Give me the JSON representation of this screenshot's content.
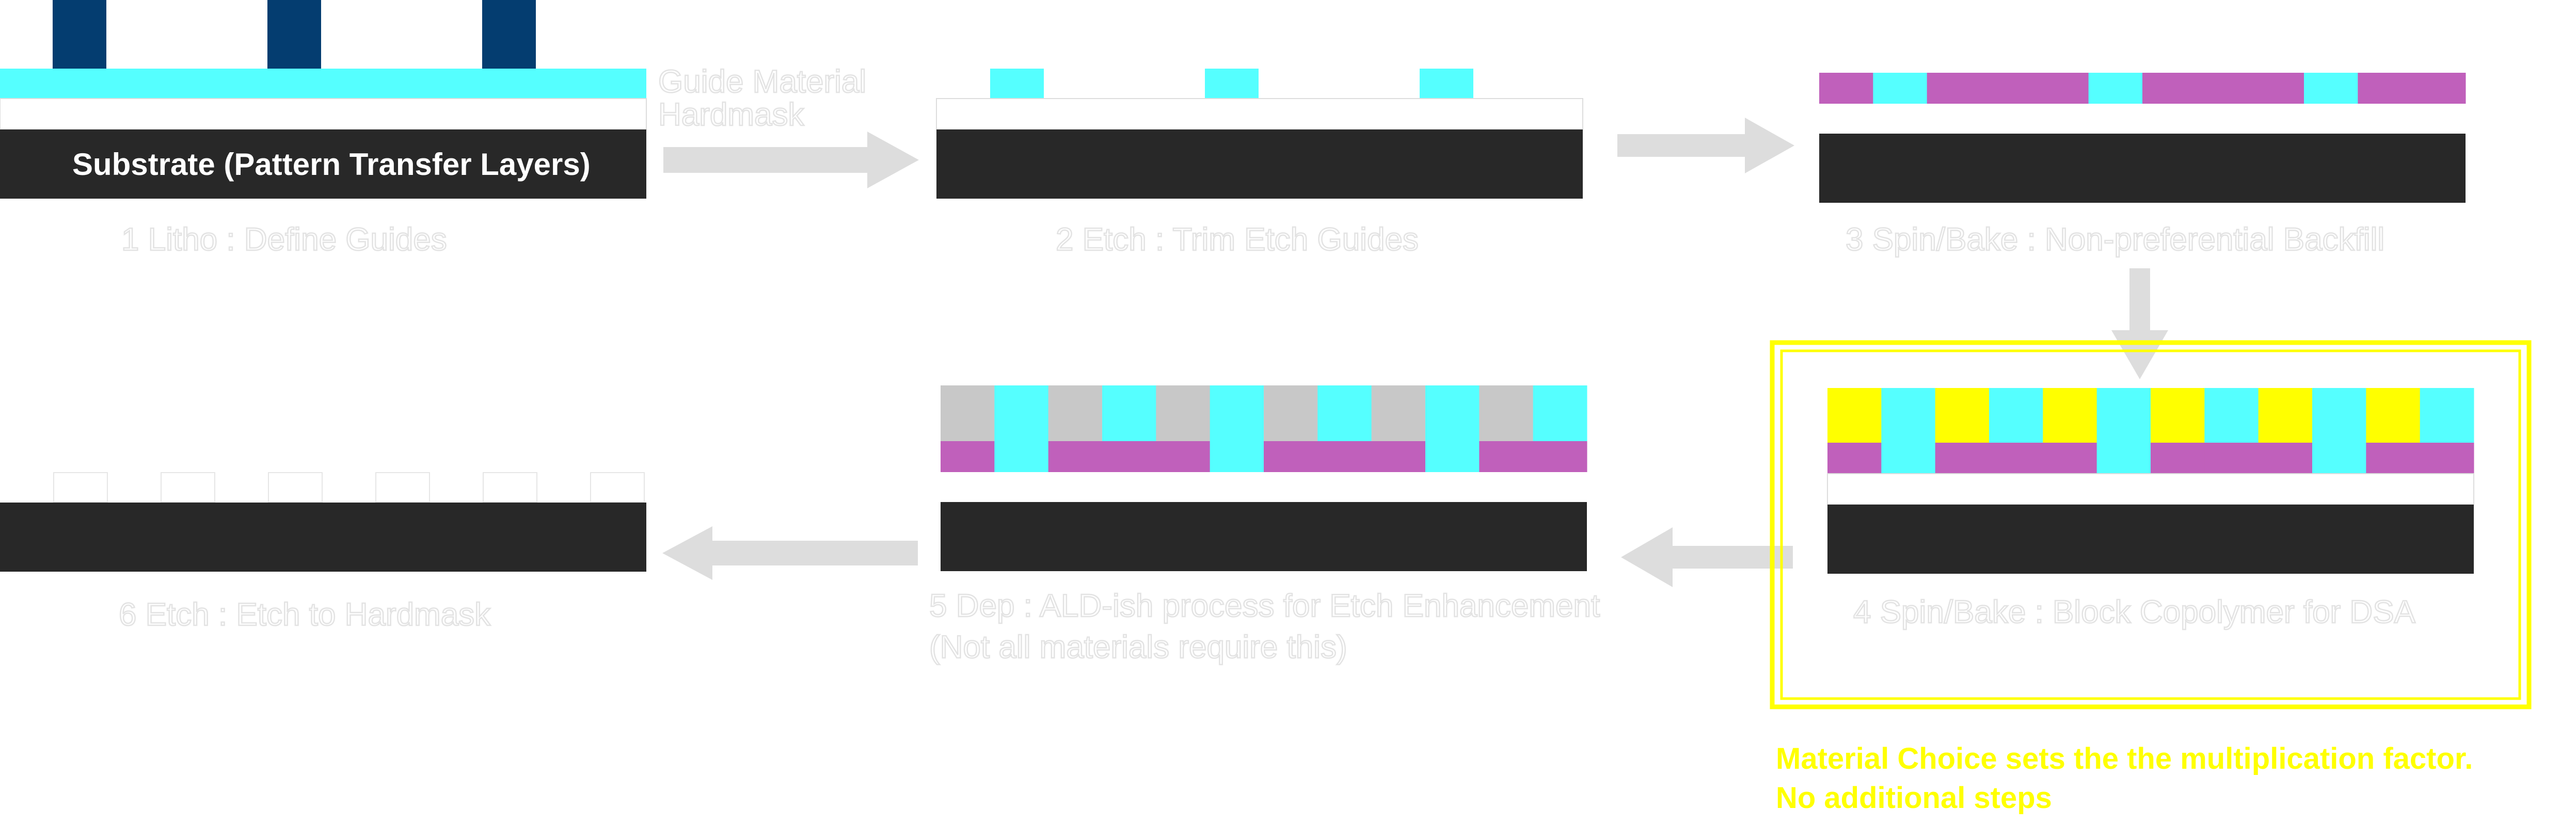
{
  "colors": {
    "substrate": "#282828",
    "resist": "#043d70",
    "guide": "#55ffff",
    "hardmask": "#ffffff",
    "backfill": "#c060bb",
    "block_a": "#ffff00",
    "block_b_cyan": "#55ffff",
    "ald_gray": "#c8c8c8",
    "arrow": "#dddddd",
    "highlight": "#ffff00",
    "label_outline": "#e3e3e3"
  },
  "labels": {
    "substrate": "Substrate (Pattern Transfer Layers)",
    "guide_material": "Guide Material",
    "hardmask": "Hardmask"
  },
  "steps": [
    {
      "id": 1,
      "caption": "1 Litho : Define Guides"
    },
    {
      "id": 2,
      "caption": "2 Etch : Trim Etch Guides"
    },
    {
      "id": 3,
      "caption": "3 Spin/Bake : Non-preferential Backfill"
    },
    {
      "id": 4,
      "caption": "4 Spin/Bake : Block Copolymer for DSA"
    },
    {
      "id": 5,
      "caption": "5 Dep : ALD-ish process for Etch Enhancement",
      "caption_line2": "(Not all materials require this)"
    },
    {
      "id": 6,
      "caption": "6 Etch : Etch to Hardmask"
    }
  ],
  "note": {
    "line1": "Material Choice sets the the multiplication factor.",
    "line2": "No additional steps"
  },
  "icons": {
    "arrows": [
      "arrow-right-icon",
      "arrow-right-icon",
      "arrow-down-icon",
      "arrow-left-icon",
      "arrow-left-icon"
    ]
  }
}
